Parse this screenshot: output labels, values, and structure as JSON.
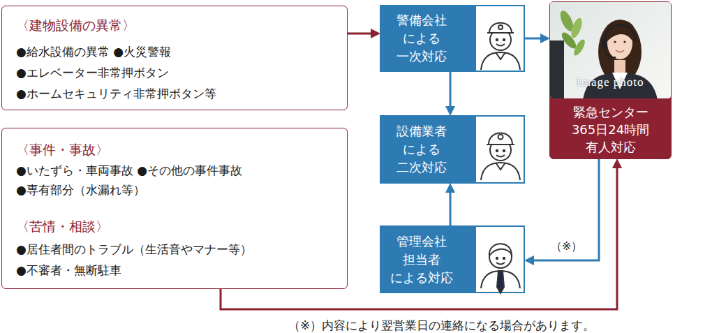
{
  "diagram": {
    "nodes": [
      {
        "text": [
          "〈建物設備の異常〉",
          "●給水設備の異常 ●火災警報",
          "●エレベーター非常押ボタン",
          "●ホームセキュリティ非常押ボタン等"
        ]
      },
      {
        "text": [
          "警備会社 による 一次対応"
        ]
      },
      {
        "text": [
          "緊急センター 365日24時間 有人対応"
        ]
      },
      {
        "text": [
          "〈事件・事故〉",
          "●いたずら・車両事故 ●その他の事件事故",
          "●専有部分（水漏れ等）",
          "〈苦情・相談〉",
          "●居住者間のトラブル（生活音やマナー等）",
          "●不審者・無断駐車"
        ]
      },
      {
        "text": [
          "設備業者 による 二次対応"
        ]
      },
      {
        "text": [
          "管理会社 担当者 による対応"
        ]
      }
    ],
    "edges": [
      {
        "from": 0,
        "to": 1,
        "arrow": "to"
      },
      {
        "from": 1,
        "to": 2,
        "arrow": "to"
      },
      {
        "from": 1,
        "to": 4,
        "arrow": "to"
      },
      {
        "from": 5,
        "to": 4,
        "arrow": "to"
      },
      {
        "from": 2,
        "to": 5,
        "label": "（※）",
        "arrow": "to"
      },
      {
        "from": 3,
        "to": 2,
        "arrow": "to"
      }
    ],
    "labels": [
      "Image photo",
      "（※）内容により翌営業日の連絡になる場合があります。"
    ]
  }
}
